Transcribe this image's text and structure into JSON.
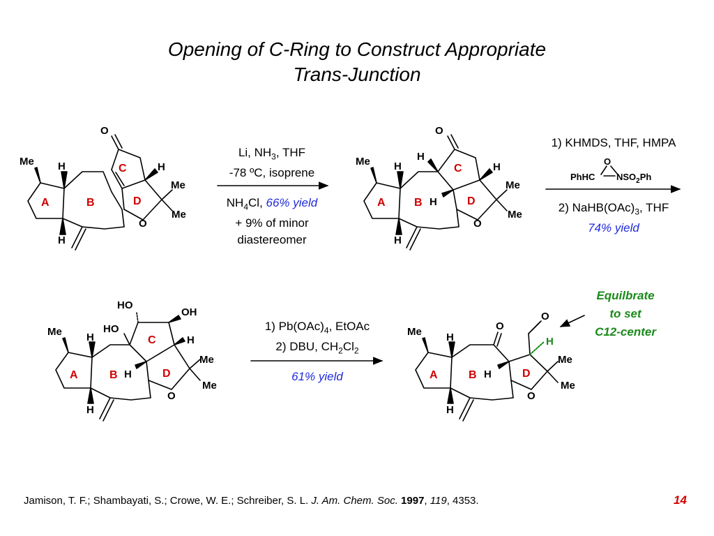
{
  "title": {
    "line1": "Opening of C-Ring to Construct Appropriate",
    "line2": "Trans-Junction"
  },
  "step1": {
    "above_a": "Li, NH",
    "above_b": "3",
    "above_c": ", THF",
    "temp": "-78 ºC, isoprene",
    "below_a": "NH",
    "below_b": "4",
    "below_c": "Cl, ",
    "yield": "66% yield",
    "minor1": "+ 9% of minor",
    "minor2": "diastereomer"
  },
  "step2": {
    "line1": "1) KHMDS, THF, HMPA",
    "reagent_o": "O",
    "reagent_left": "PhHC",
    "reagent_right_a": "NSO",
    "reagent_right_b": "2",
    "reagent_right_c": "Ph",
    "line2_a": "2) NaHB(OAc)",
    "line2_b": "3",
    "line2_c": ", THF",
    "yield": "74% yield"
  },
  "step3": {
    "line1_a": "1) Pb(OAc)",
    "line1_b": "4",
    "line1_c": ", EtOAc",
    "line2_a": "2) DBU, CH",
    "line2_b": "2",
    "line2_c": "Cl",
    "line2_d": "2",
    "yield": "61% yield"
  },
  "note": {
    "line1": "Equilbrate",
    "line2": "to set",
    "line3": "C12-center"
  },
  "atoms": {
    "me": "Me",
    "h": "H",
    "o": "O",
    "ho": "HO",
    "oh": "OH"
  },
  "rings": {
    "a": "A",
    "b": "B",
    "c": "C",
    "d": "D"
  },
  "footer": {
    "authors": "Jamison, T. F.; Shambayati, S.; Crowe, W. E.; Schreiber, S. L. ",
    "journal": "J. Am. Chem. Soc.",
    "year": "1997",
    "volume": "119",
    "pages": ", 4353."
  },
  "page_number": "14",
  "colors": {
    "ring_label": "#d00000",
    "yield": "#1f2bd8",
    "note": "#1a8a1a"
  }
}
